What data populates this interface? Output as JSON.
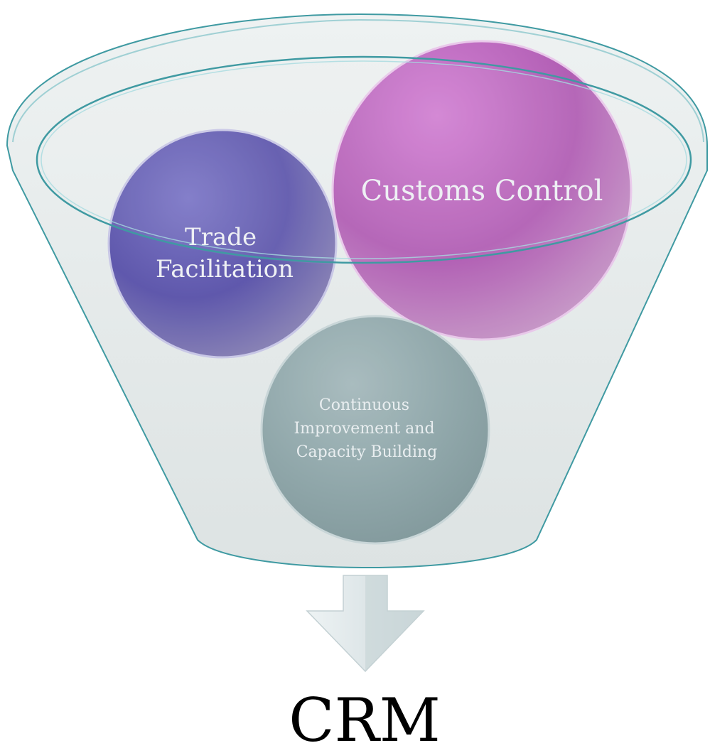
{
  "diagram": {
    "circles": [
      {
        "id": "trade",
        "lines": [
          "Trade",
          "Facilitation"
        ],
        "color": "#5a52a8"
      },
      {
        "id": "customs",
        "lines": [
          "Customs Control"
        ],
        "color": "#b45cb6"
      },
      {
        "id": "continuous",
        "lines": [
          "Continuous",
          "Improvement and",
          "Capacity Building"
        ],
        "color": "#8fa7aa"
      }
    ],
    "output_label": "CRM",
    "colors": {
      "funnel_fill": "#e4e9e9",
      "funnel_stroke": "#3f9aa2",
      "arrow_fill": "#dfe8ea",
      "label_text": "#eef0f4"
    }
  }
}
